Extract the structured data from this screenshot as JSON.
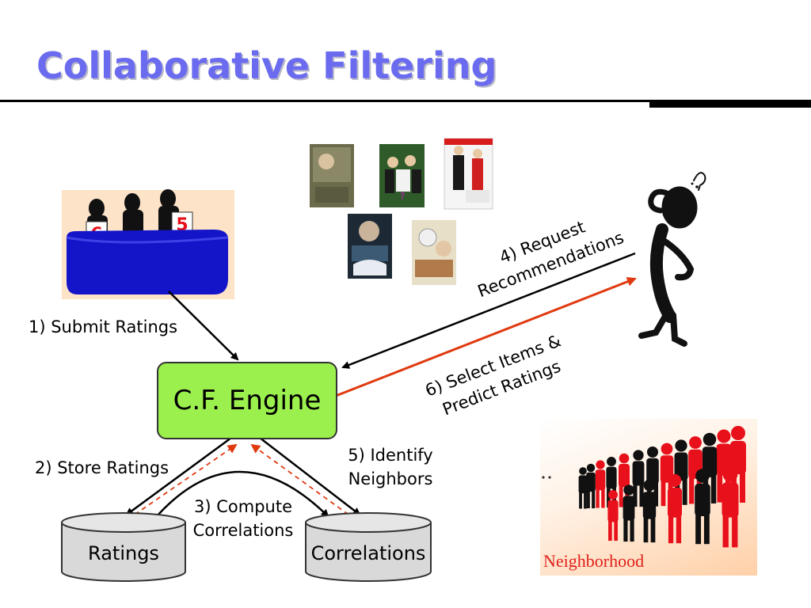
{
  "title": "Collaborative Filtering",
  "engine_label": "C.F. Engine",
  "databases": {
    "ratings": "Ratings",
    "correlations": "Correlations"
  },
  "steps": {
    "submit": "1) Submit Ratings",
    "store": "2) Store Ratings",
    "compute_line1": "3) Compute",
    "compute_line2": "Correlations",
    "request_line1": "4) Request",
    "request_line2": "Recommendations",
    "identify_line1": "5) Identify",
    "identify_line2": "Neighbors",
    "select_line1": "6) Select Items &",
    "select_line2": "Predict Ratings"
  },
  "judges": {
    "card_left": "6",
    "card_right": "5"
  },
  "neighborhood_caption": "Neighborhood",
  "colors": {
    "title": "#6b6bf0",
    "engine_fill": "#9cf04e",
    "request_arrow": "#000000",
    "response_arrow": "#e03a10",
    "dashed_return": "#e03a10",
    "table_fill": "#1414c8",
    "crowd_red": "#e8101a",
    "crowd_black": "#111111"
  }
}
